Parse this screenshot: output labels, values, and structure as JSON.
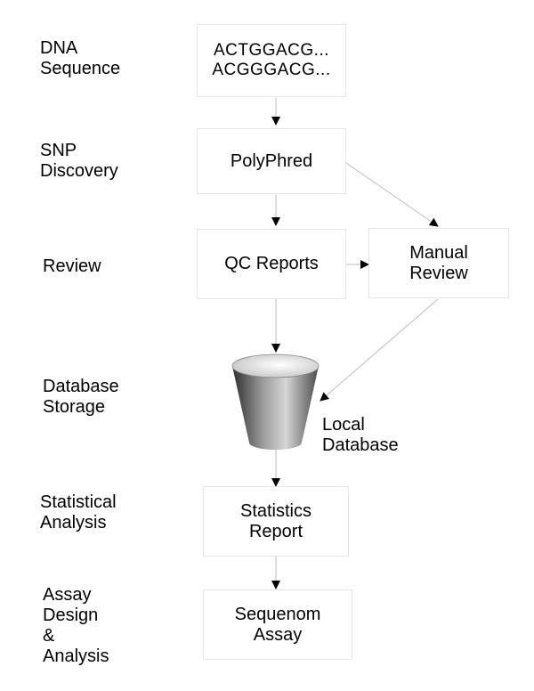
{
  "stages": {
    "dna_sequence": [
      "DNA",
      "Sequence"
    ],
    "snp_discovery": [
      "SNP",
      "Discovery"
    ],
    "review": [
      "Review"
    ],
    "database_storage": [
      "Database",
      "Storage"
    ],
    "statistical_analysis": [
      "Statistical",
      "Analysis"
    ],
    "assay_design": [
      "Assay",
      "Design",
      "&",
      "Analysis"
    ]
  },
  "nodes": {
    "sequence": [
      "ACTGGACG...",
      "ACGGGACG..."
    ],
    "polyphred": [
      "PolyPhred"
    ],
    "qc_reports": [
      "QC Reports"
    ],
    "manual_review": [
      "Manual",
      "Review"
    ],
    "local_database": [
      "Local",
      "Database"
    ],
    "statistics_report": [
      "Statistics",
      "Report"
    ],
    "sequenom_assay": [
      "Sequenom",
      "Assay"
    ]
  }
}
